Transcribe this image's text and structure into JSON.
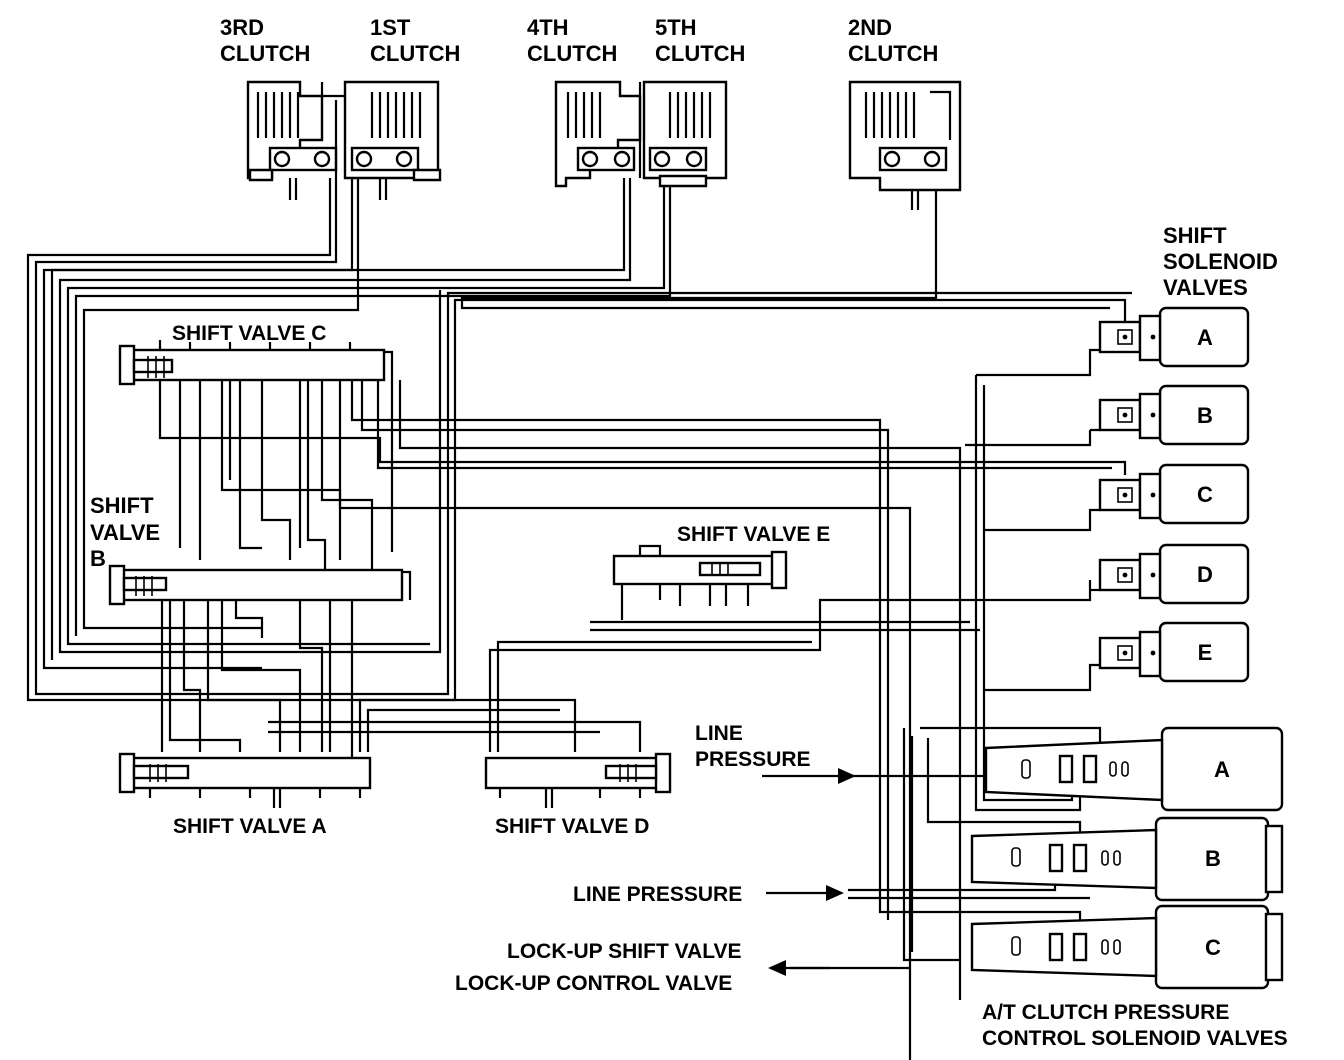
{
  "labels": {
    "clutch_3rd_1": "3RD",
    "clutch_3rd_2": "CLUTCH",
    "clutch_1st_1": "1ST",
    "clutch_1st_2": "CLUTCH",
    "clutch_4th_1": "4TH",
    "clutch_4th_2": "CLUTCH",
    "clutch_5th_1": "5TH",
    "clutch_5th_2": "CLUTCH",
    "clutch_2nd_1": "2ND",
    "clutch_2nd_2": "CLUTCH",
    "shift_solenoid_1": "SHIFT",
    "shift_solenoid_2": "SOLENOID",
    "shift_solenoid_3": "VALVES",
    "shift_valve_c": "SHIFT VALVE C",
    "shift_valve_b_1": "SHIFT",
    "shift_valve_b_2": "VALVE",
    "shift_valve_b_3": "B",
    "shift_valve_e": "SHIFT VALVE E",
    "shift_valve_a": "SHIFT VALVE A",
    "shift_valve_d": "SHIFT VALVE D",
    "line_pressure_1a": "LINE",
    "line_pressure_1b": "PRESSURE",
    "line_pressure_2": "LINE PRESSURE",
    "lockup_shift": "LOCK-UP SHIFT VALVE",
    "lockup_control": "LOCK-UP CONTROL VALVE",
    "atcp_1": "A/T CLUTCH PRESSURE",
    "atcp_2": "CONTROL SOLENOID VALVES"
  },
  "shift_solenoids": [
    "A",
    "B",
    "C",
    "D",
    "E"
  ],
  "pressure_solenoids": [
    "A",
    "B",
    "C"
  ]
}
